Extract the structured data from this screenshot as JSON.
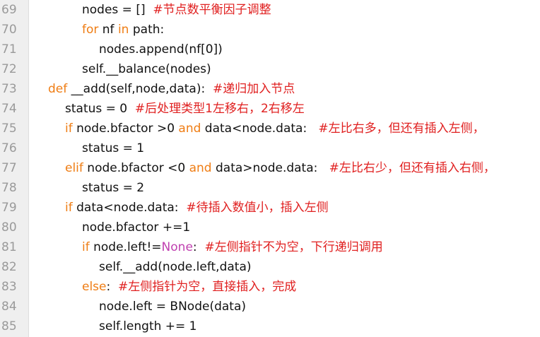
{
  "colors": {
    "keyword": "#ef7d14",
    "builtin_constant": "#c040b0",
    "comment": "#e02020",
    "text": "#111111",
    "line_number": "#9a9a9a",
    "gutter_background": "#efefef"
  },
  "lines": [
    {
      "num": "69",
      "indent": 2,
      "tokens": [
        {
          "t": "txt",
          "v": "nodes = []  "
        },
        {
          "t": "cm",
          "v": "#节点数平衡因子调整"
        }
      ]
    },
    {
      "num": "70",
      "indent": 2,
      "tokens": [
        {
          "t": "kw",
          "v": "for"
        },
        {
          "t": "txt",
          "v": " nf "
        },
        {
          "t": "kw",
          "v": "in"
        },
        {
          "t": "txt",
          "v": " path:"
        }
      ]
    },
    {
      "num": "71",
      "indent": 3,
      "tokens": [
        {
          "t": "txt",
          "v": "nodes.append(nf[0])"
        }
      ]
    },
    {
      "num": "72",
      "indent": 2,
      "tokens": [
        {
          "t": "txt",
          "v": "self.__balance(nodes)"
        }
      ]
    },
    {
      "num": "73",
      "indent": 0,
      "tokens": [
        {
          "t": "kw",
          "v": "def"
        },
        {
          "t": "txt",
          "v": " __add(self,node,data):  "
        },
        {
          "t": "cm",
          "v": "#递归加入节点"
        }
      ]
    },
    {
      "num": "74",
      "indent": 1,
      "tokens": [
        {
          "t": "txt",
          "v": "status = 0  "
        },
        {
          "t": "cm",
          "v": "#后处理类型1左移右，2右移左"
        }
      ]
    },
    {
      "num": "75",
      "indent": 1,
      "tokens": [
        {
          "t": "kw",
          "v": "if"
        },
        {
          "t": "txt",
          "v": " node.bfactor >0 "
        },
        {
          "t": "kw",
          "v": "and"
        },
        {
          "t": "txt",
          "v": " data<node.data:   "
        },
        {
          "t": "cm",
          "v": "#左比右多，但还有插入左侧，"
        }
      ]
    },
    {
      "num": "76",
      "indent": 2,
      "tokens": [
        {
          "t": "txt",
          "v": "status = 1"
        }
      ]
    },
    {
      "num": "77",
      "indent": 1,
      "tokens": [
        {
          "t": "kw",
          "v": "elif"
        },
        {
          "t": "txt",
          "v": " node.bfactor <0 "
        },
        {
          "t": "kw",
          "v": "and"
        },
        {
          "t": "txt",
          "v": " data>node.data:   "
        },
        {
          "t": "cm",
          "v": "#左比右少，但还有插入右侧，"
        }
      ]
    },
    {
      "num": "78",
      "indent": 2,
      "tokens": [
        {
          "t": "txt",
          "v": "status = 2"
        }
      ]
    },
    {
      "num": "79",
      "indent": 1,
      "tokens": [
        {
          "t": "kw",
          "v": "if"
        },
        {
          "t": "txt",
          "v": " data<node.data:  "
        },
        {
          "t": "cm",
          "v": "#待插入数值小，插入左侧"
        }
      ]
    },
    {
      "num": "80",
      "indent": 2,
      "tokens": [
        {
          "t": "txt",
          "v": "node.bfactor +=1"
        }
      ]
    },
    {
      "num": "81",
      "indent": 2,
      "tokens": [
        {
          "t": "kw",
          "v": "if"
        },
        {
          "t": "txt",
          "v": " node.left!="
        },
        {
          "t": "none",
          "v": "None"
        },
        {
          "t": "txt",
          "v": ":  "
        },
        {
          "t": "cm",
          "v": "#左侧指针不为空，下行递归调用"
        }
      ]
    },
    {
      "num": "82",
      "indent": 3,
      "tokens": [
        {
          "t": "txt",
          "v": "self.__add(node.left,data)"
        }
      ]
    },
    {
      "num": "83",
      "indent": 2,
      "tokens": [
        {
          "t": "kw",
          "v": "else"
        },
        {
          "t": "txt",
          "v": ":  "
        },
        {
          "t": "cm",
          "v": "#左侧指针为空，直接插入，完成"
        }
      ]
    },
    {
      "num": "84",
      "indent": 3,
      "tokens": [
        {
          "t": "txt",
          "v": "node.left = BNode(data)"
        }
      ]
    },
    {
      "num": "85",
      "indent": 3,
      "tokens": [
        {
          "t": "txt",
          "v": "self.length += 1"
        }
      ]
    }
  ]
}
